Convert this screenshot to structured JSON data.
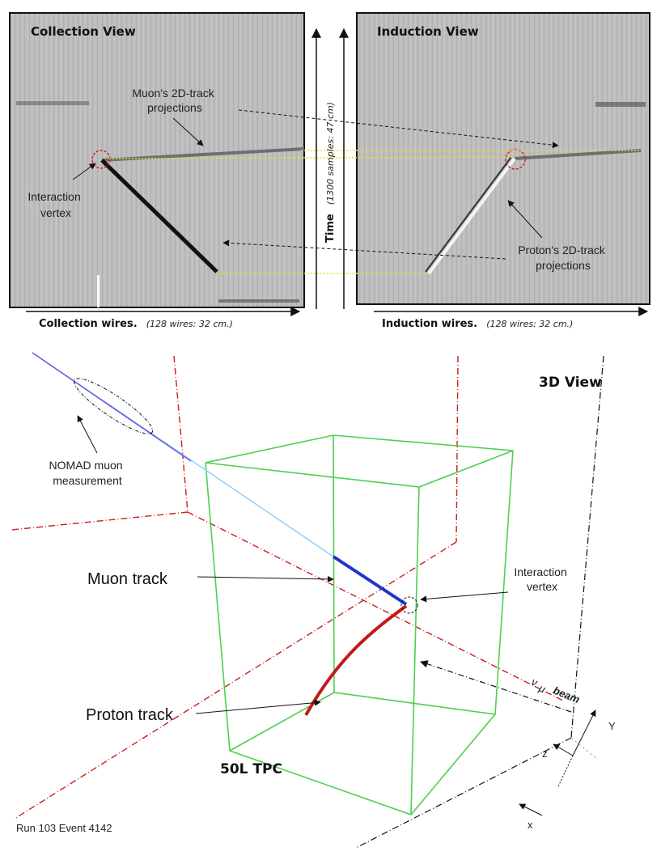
{
  "top": {
    "collection_title": "Collection View",
    "induction_title": "Induction View",
    "muon_note": [
      "Muon's 2D-track",
      "projections"
    ],
    "vertex_note": [
      "Interaction",
      "vertex"
    ],
    "proton_note": [
      "Proton's 2D-track",
      "projections"
    ],
    "time_axis_main": "Time",
    "time_axis_sub": "(1300 samples: 47 cm)",
    "collection_axis_main": "Collection wires.",
    "collection_axis_sub": "(128 wires: 32 cm.)",
    "induction_axis_main": "Induction wires.",
    "induction_axis_sub": "(128 wires: 32 cm.)"
  },
  "bottom": {
    "view_title": "3D View",
    "nomad_note": [
      "NOMAD muon",
      "measurement"
    ],
    "muon_track_label": "Muon track",
    "proton_track_label": "Proton track",
    "vertex_note": [
      "Interaction",
      "vertex"
    ],
    "beam_symbol": "ν",
    "beam_subscript": "μ",
    "beam_word": "beam",
    "tpc_label": "50L TPC",
    "run_label": "Run 103 Event 4142",
    "axis_y": "Y",
    "axis_z": "z",
    "axis_x": "x"
  },
  "colors": {
    "muon_track": "#1f35c9",
    "proton_track": "#c21a1a",
    "tpc_box": "#4fcf4f",
    "reference_lines": "#c81e1e",
    "vertex_marker_2d": "#d42020",
    "projection_guides": "#e8e030",
    "muon_extension": "#8fd0ff",
    "nomad_segment": "#6a5fe0"
  }
}
